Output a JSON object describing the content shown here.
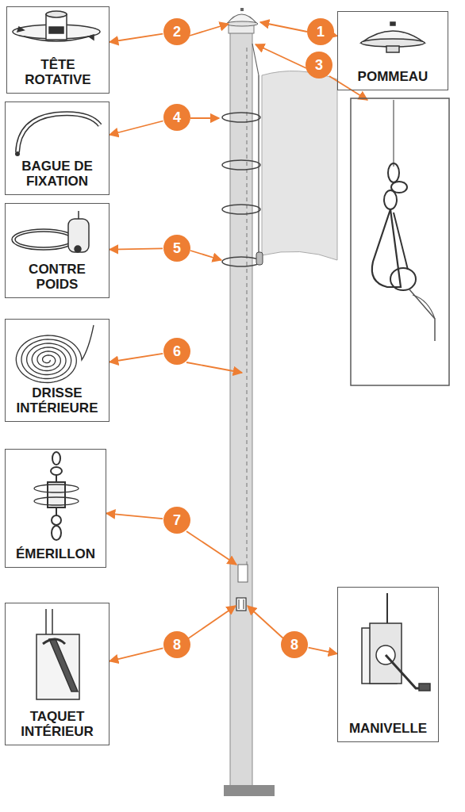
{
  "diagram": {
    "nodes": [
      {
        "text": [
          "TÊTE ROTATIVE"
        ]
      },
      {
        "text": [
          "2"
        ]
      },
      {
        "text": [
          "1"
        ]
      },
      {
        "text": [
          "POMMEAU"
        ]
      },
      {
        "text": [
          "3"
        ]
      },
      {
        "text": [
          "BAGUE DE FIXATION"
        ]
      },
      {
        "text": [
          "4"
        ]
      },
      {
        "text": [
          "CONTRE POIDS"
        ]
      },
      {
        "text": [
          "5"
        ]
      },
      {
        "text": [
          "DRISSE INTÉRIEURE"
        ]
      },
      {
        "text": [
          "6"
        ]
      },
      {
        "text": [
          "ÉMERILLON"
        ]
      },
      {
        "text": [
          "7"
        ]
      },
      {
        "text": [
          "TAQUET INTÉRIEUR"
        ]
      },
      {
        "text": [
          "8"
        ]
      },
      {
        "text": [
          "8"
        ]
      },
      {
        "text": [
          "MANIVELLE"
        ]
      }
    ],
    "edges": [
      {
        "from": 1,
        "to": 0,
        "arrow": "to"
      },
      {
        "from": 2,
        "to": 3,
        "arrow": "to"
      },
      {
        "from": 6,
        "to": 5,
        "arrow": "to"
      },
      {
        "from": 8,
        "to": 7,
        "arrow": "to"
      },
      {
        "from": 10,
        "to": 9,
        "arrow": "to"
      },
      {
        "from": 12,
        "to": 11,
        "arrow": "to"
      },
      {
        "from": 14,
        "to": 13,
        "arrow": "to"
      },
      {
        "from": 15,
        "to": 16,
        "arrow": "to"
      }
    ]
  }
}
